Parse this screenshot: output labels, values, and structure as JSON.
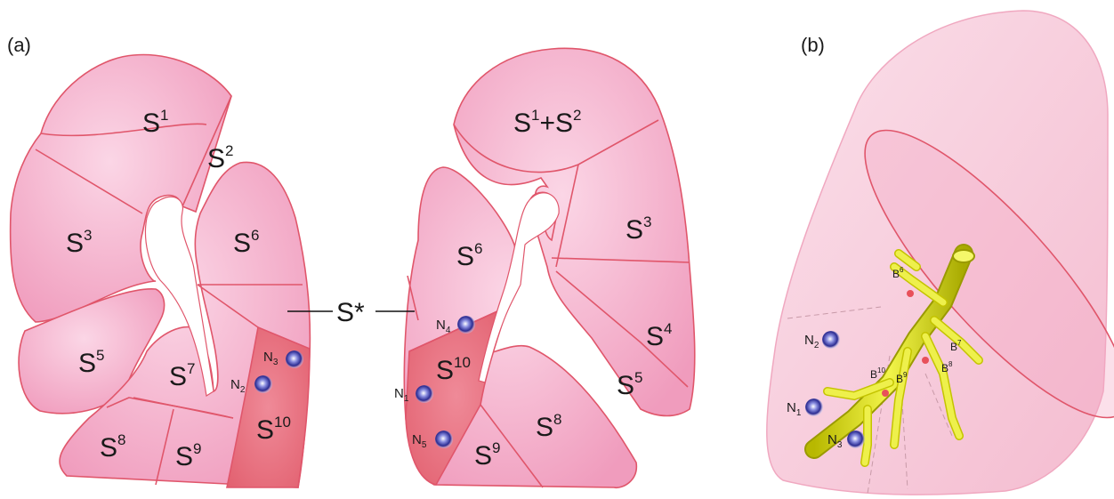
{
  "panels": {
    "a": "(a)",
    "b": "(b)"
  },
  "left_lung": {
    "segments": [
      {
        "base": "S",
        "sup": "1"
      },
      {
        "base": "S",
        "sup": "2"
      },
      {
        "base": "S",
        "sup": "3"
      },
      {
        "base": "S",
        "sup": "6"
      },
      {
        "base": "S",
        "sup": "5"
      },
      {
        "base": "S",
        "sup": "7"
      },
      {
        "base": "S",
        "sup": "10"
      },
      {
        "base": "S",
        "sup": "8"
      },
      {
        "base": "S",
        "sup": "9"
      }
    ],
    "nodules": [
      {
        "base": "N",
        "sub": "3"
      },
      {
        "base": "N",
        "sub": "2"
      }
    ]
  },
  "right_lung": {
    "segments": [
      {
        "base": "S",
        "sup": "1",
        "join": "+",
        "base2": "S",
        "sup2": "2"
      },
      {
        "base": "S",
        "sup": "6"
      },
      {
        "base": "S",
        "sup": "3"
      },
      {
        "base": "S",
        "sup": "4"
      },
      {
        "base": "S",
        "sup": "10"
      },
      {
        "base": "S",
        "sup": "5"
      },
      {
        "base": "S",
        "sup": "8"
      },
      {
        "base": "S",
        "sup": "9"
      }
    ],
    "nodules": [
      {
        "base": "N",
        "sub": "4"
      },
      {
        "base": "N",
        "sub": "1"
      },
      {
        "base": "N",
        "sub": "5"
      }
    ]
  },
  "center_label": "S*",
  "panel_b": {
    "bronchi": [
      {
        "base": "B",
        "sup": "6"
      },
      {
        "base": "B",
        "sup": "7"
      },
      {
        "base": "B",
        "sup": "10"
      },
      {
        "base": "B",
        "sup": "9"
      },
      {
        "base": "B",
        "sup": "8"
      }
    ],
    "nodules": [
      {
        "base": "N",
        "sub": "2"
      },
      {
        "base": "N",
        "sub": "1"
      },
      {
        "base": "N",
        "sub": "3"
      }
    ]
  },
  "colors": {
    "segment_fill": "#f2a8c4",
    "segment_light": "#f8cade",
    "highlight_fill": "#e8707e",
    "outline": "#e0566b",
    "nodule": "#3a3aa0",
    "bronchus": "#e6ec3c"
  }
}
